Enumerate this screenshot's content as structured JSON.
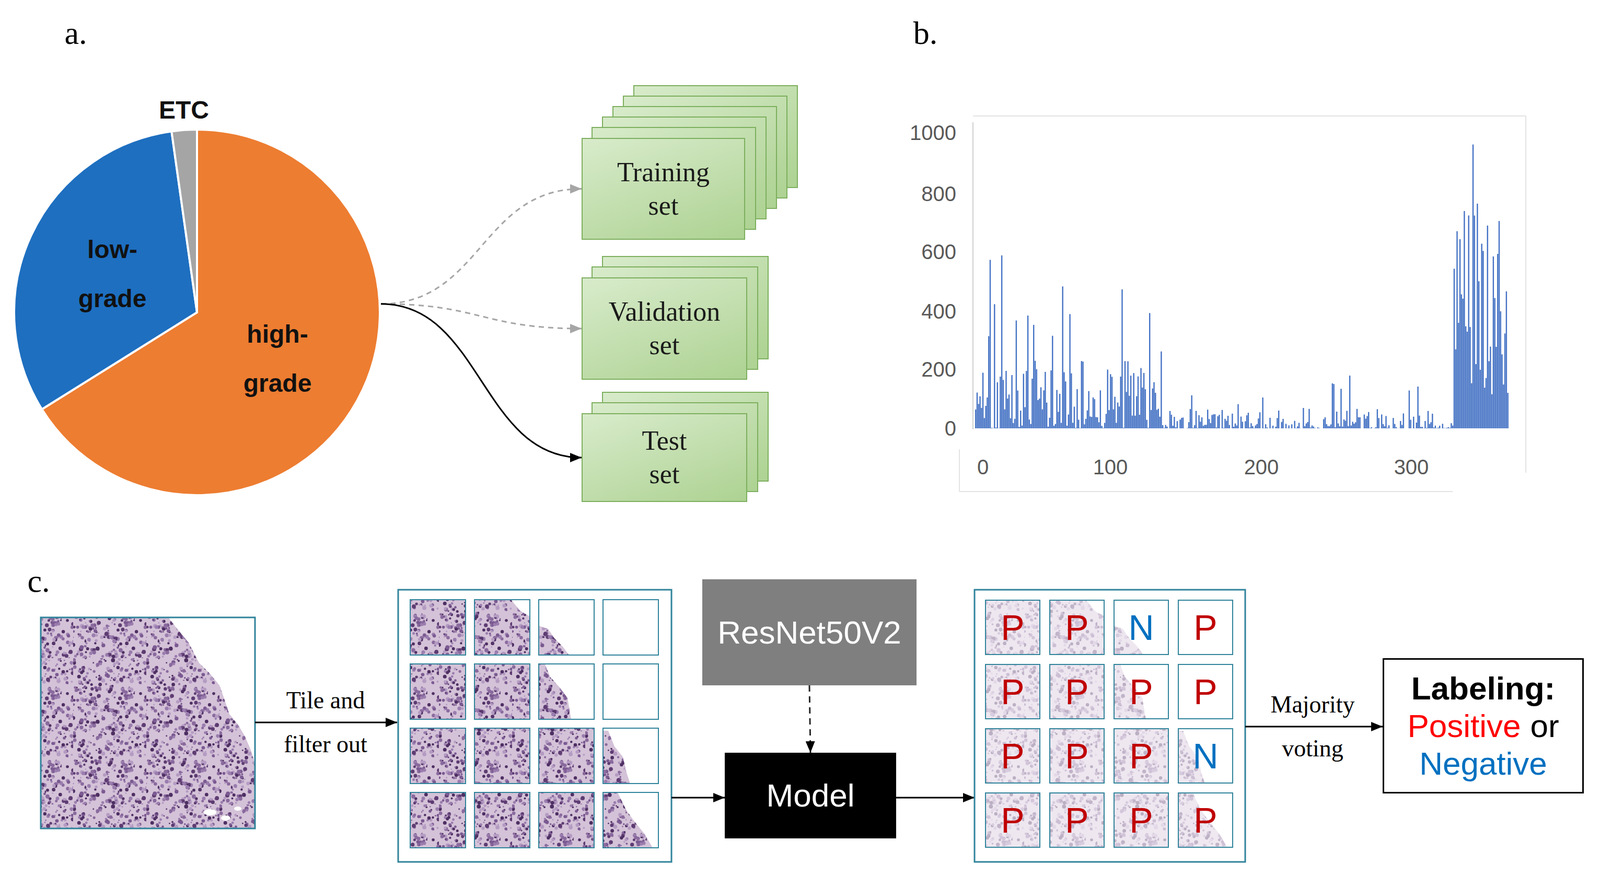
{
  "diagram": {
    "nodes": [
      {
        "text": [
          "ETC",
          "low- grade",
          "high- grade"
        ]
      },
      {
        "text": [
          "Training set"
        ]
      },
      {
        "text": [
          "Validation set"
        ]
      },
      {
        "text": [
          "Test set"
        ]
      },
      {
        "text": [
          "ResNet50V2"
        ]
      },
      {
        "text": [
          "Model"
        ]
      },
      {
        "text": [
          "P"
        ]
      },
      {
        "text": [
          "P"
        ]
      },
      {
        "text": [
          "N"
        ]
      },
      {
        "text": [
          "P"
        ]
      },
      {
        "text": [
          "P"
        ]
      },
      {
        "text": [
          "P"
        ]
      },
      {
        "text": [
          "P"
        ]
      },
      {
        "text": [
          "P"
        ]
      },
      {
        "text": [
          "P"
        ]
      },
      {
        "text": [
          "P"
        ]
      },
      {
        "text": [
          "P"
        ]
      },
      {
        "text": [
          "N"
        ]
      },
      {
        "text": [
          "P"
        ]
      },
      {
        "text": [
          "P"
        ]
      },
      {
        "text": [
          "P"
        ]
      },
      {
        "text": [
          "P"
        ]
      },
      {
        "text": [
          "Labeling:",
          "Positive",
          "or",
          "Negative"
        ]
      }
    ],
    "edges": [
      {
        "from": 0,
        "to": 1,
        "arrow": "to"
      },
      {
        "from": 0,
        "to": 2,
        "arrow": "to"
      },
      {
        "from": 0,
        "to": 3,
        "arrow": "to"
      },
      {
        "from": 4,
        "to": 5,
        "arrow": "to"
      }
    ],
    "labels": [
      "a.",
      "b.",
      "1000",
      "800",
      "600",
      "400",
      "200",
      "0",
      "0",
      "100",
      "200",
      "300",
      "c.",
      "Tile and filter out",
      "Majority voting"
    ]
  }
}
